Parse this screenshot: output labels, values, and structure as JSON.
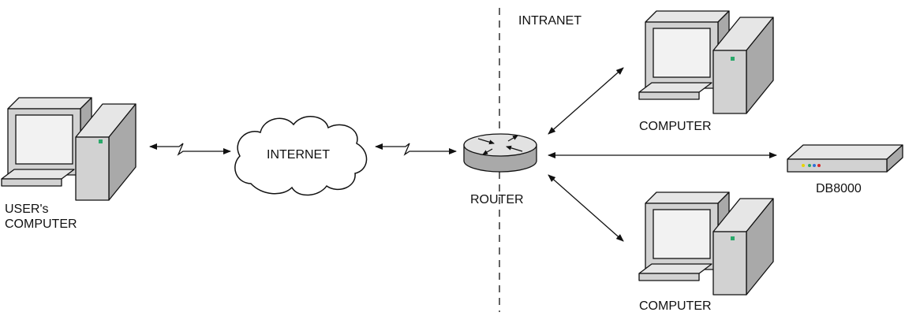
{
  "labels": {
    "intranet": "INTRANET",
    "internet": "INTERNET",
    "router": "ROUTER",
    "user_computer_line1": "USER's",
    "user_computer_line2": "COMPUTER",
    "computer_top": "COMPUTER",
    "computer_bottom": "COMPUTER",
    "db8000": "DB8000"
  },
  "colors": {
    "power_led": "#2aa86a",
    "db_led_yellow": "#e8d400",
    "db_led_green": "#2aa86a",
    "db_led_blue": "#2f6fd6",
    "db_led_red": "#d42a2a"
  },
  "icons": [
    "desktop-computer-icon",
    "cloud-icon",
    "router-icon",
    "network-device-icon"
  ]
}
